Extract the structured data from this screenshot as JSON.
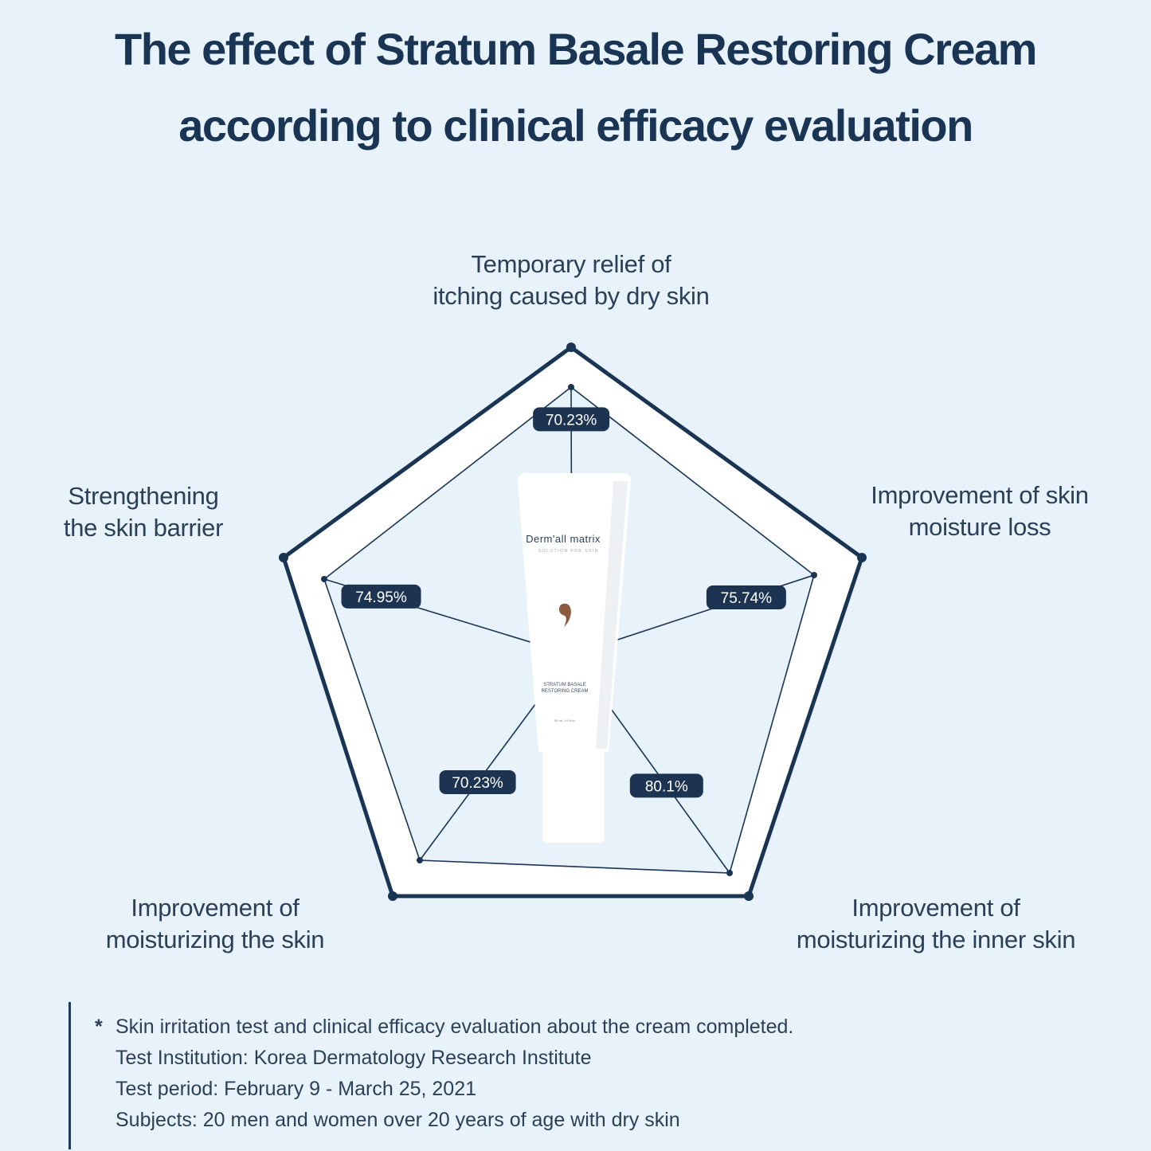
{
  "title": {
    "line1": "The effect of Stratum Basale Restoring Cream",
    "line2": "according to clinical efficacy evaluation"
  },
  "colors": {
    "background": "#e8f2fb",
    "navy": "#1a3454",
    "badge": "#1c3352",
    "badge_text": "#ffffff",
    "text": "#2b3f57"
  },
  "chart_data": {
    "type": "radar",
    "unit": "%",
    "max": 100,
    "axes": [
      {
        "label_line1": "Temporary relief of",
        "label_line2": "itching caused by dry skin",
        "value": 70.23,
        "value_label": "70.23%"
      },
      {
        "label_line1": "Improvement of skin",
        "label_line2": "moisture loss",
        "value": 75.74,
        "value_label": "75.74%"
      },
      {
        "label_line1": "Improvement of",
        "label_line2": "moisturizing the inner skin",
        "value": 80.1,
        "value_label": "80.1%"
      },
      {
        "label_line1": "Improvement of",
        "label_line2": "moisturizing the skin",
        "value": 70.23,
        "value_label": "70.23%"
      },
      {
        "label_line1": "Strengthening",
        "label_line2": "the skin barrier",
        "value": 74.95,
        "value_label": "74.95%"
      }
    ]
  },
  "product": {
    "brand": "Derm'all matrix",
    "tagline": "SOLUTION FOR SKIN",
    "name_line1": "STRATUM BASALE",
    "name_line2": "RESTORING CREAM",
    "volume": "50 mL 1.6 fl.oz",
    "logo_mark": "comma-drop-icon"
  },
  "footnote": {
    "bullet": "*",
    "line1": "Skin irritation test and clinical efficacy evaluation about the cream completed.",
    "line2": "Test Institution: Korea Dermatology Research Institute",
    "line3": "Test period: February 9 - March 25, 2021",
    "line4": "Subjects: 20 men and women over 20 years of age with dry skin"
  }
}
